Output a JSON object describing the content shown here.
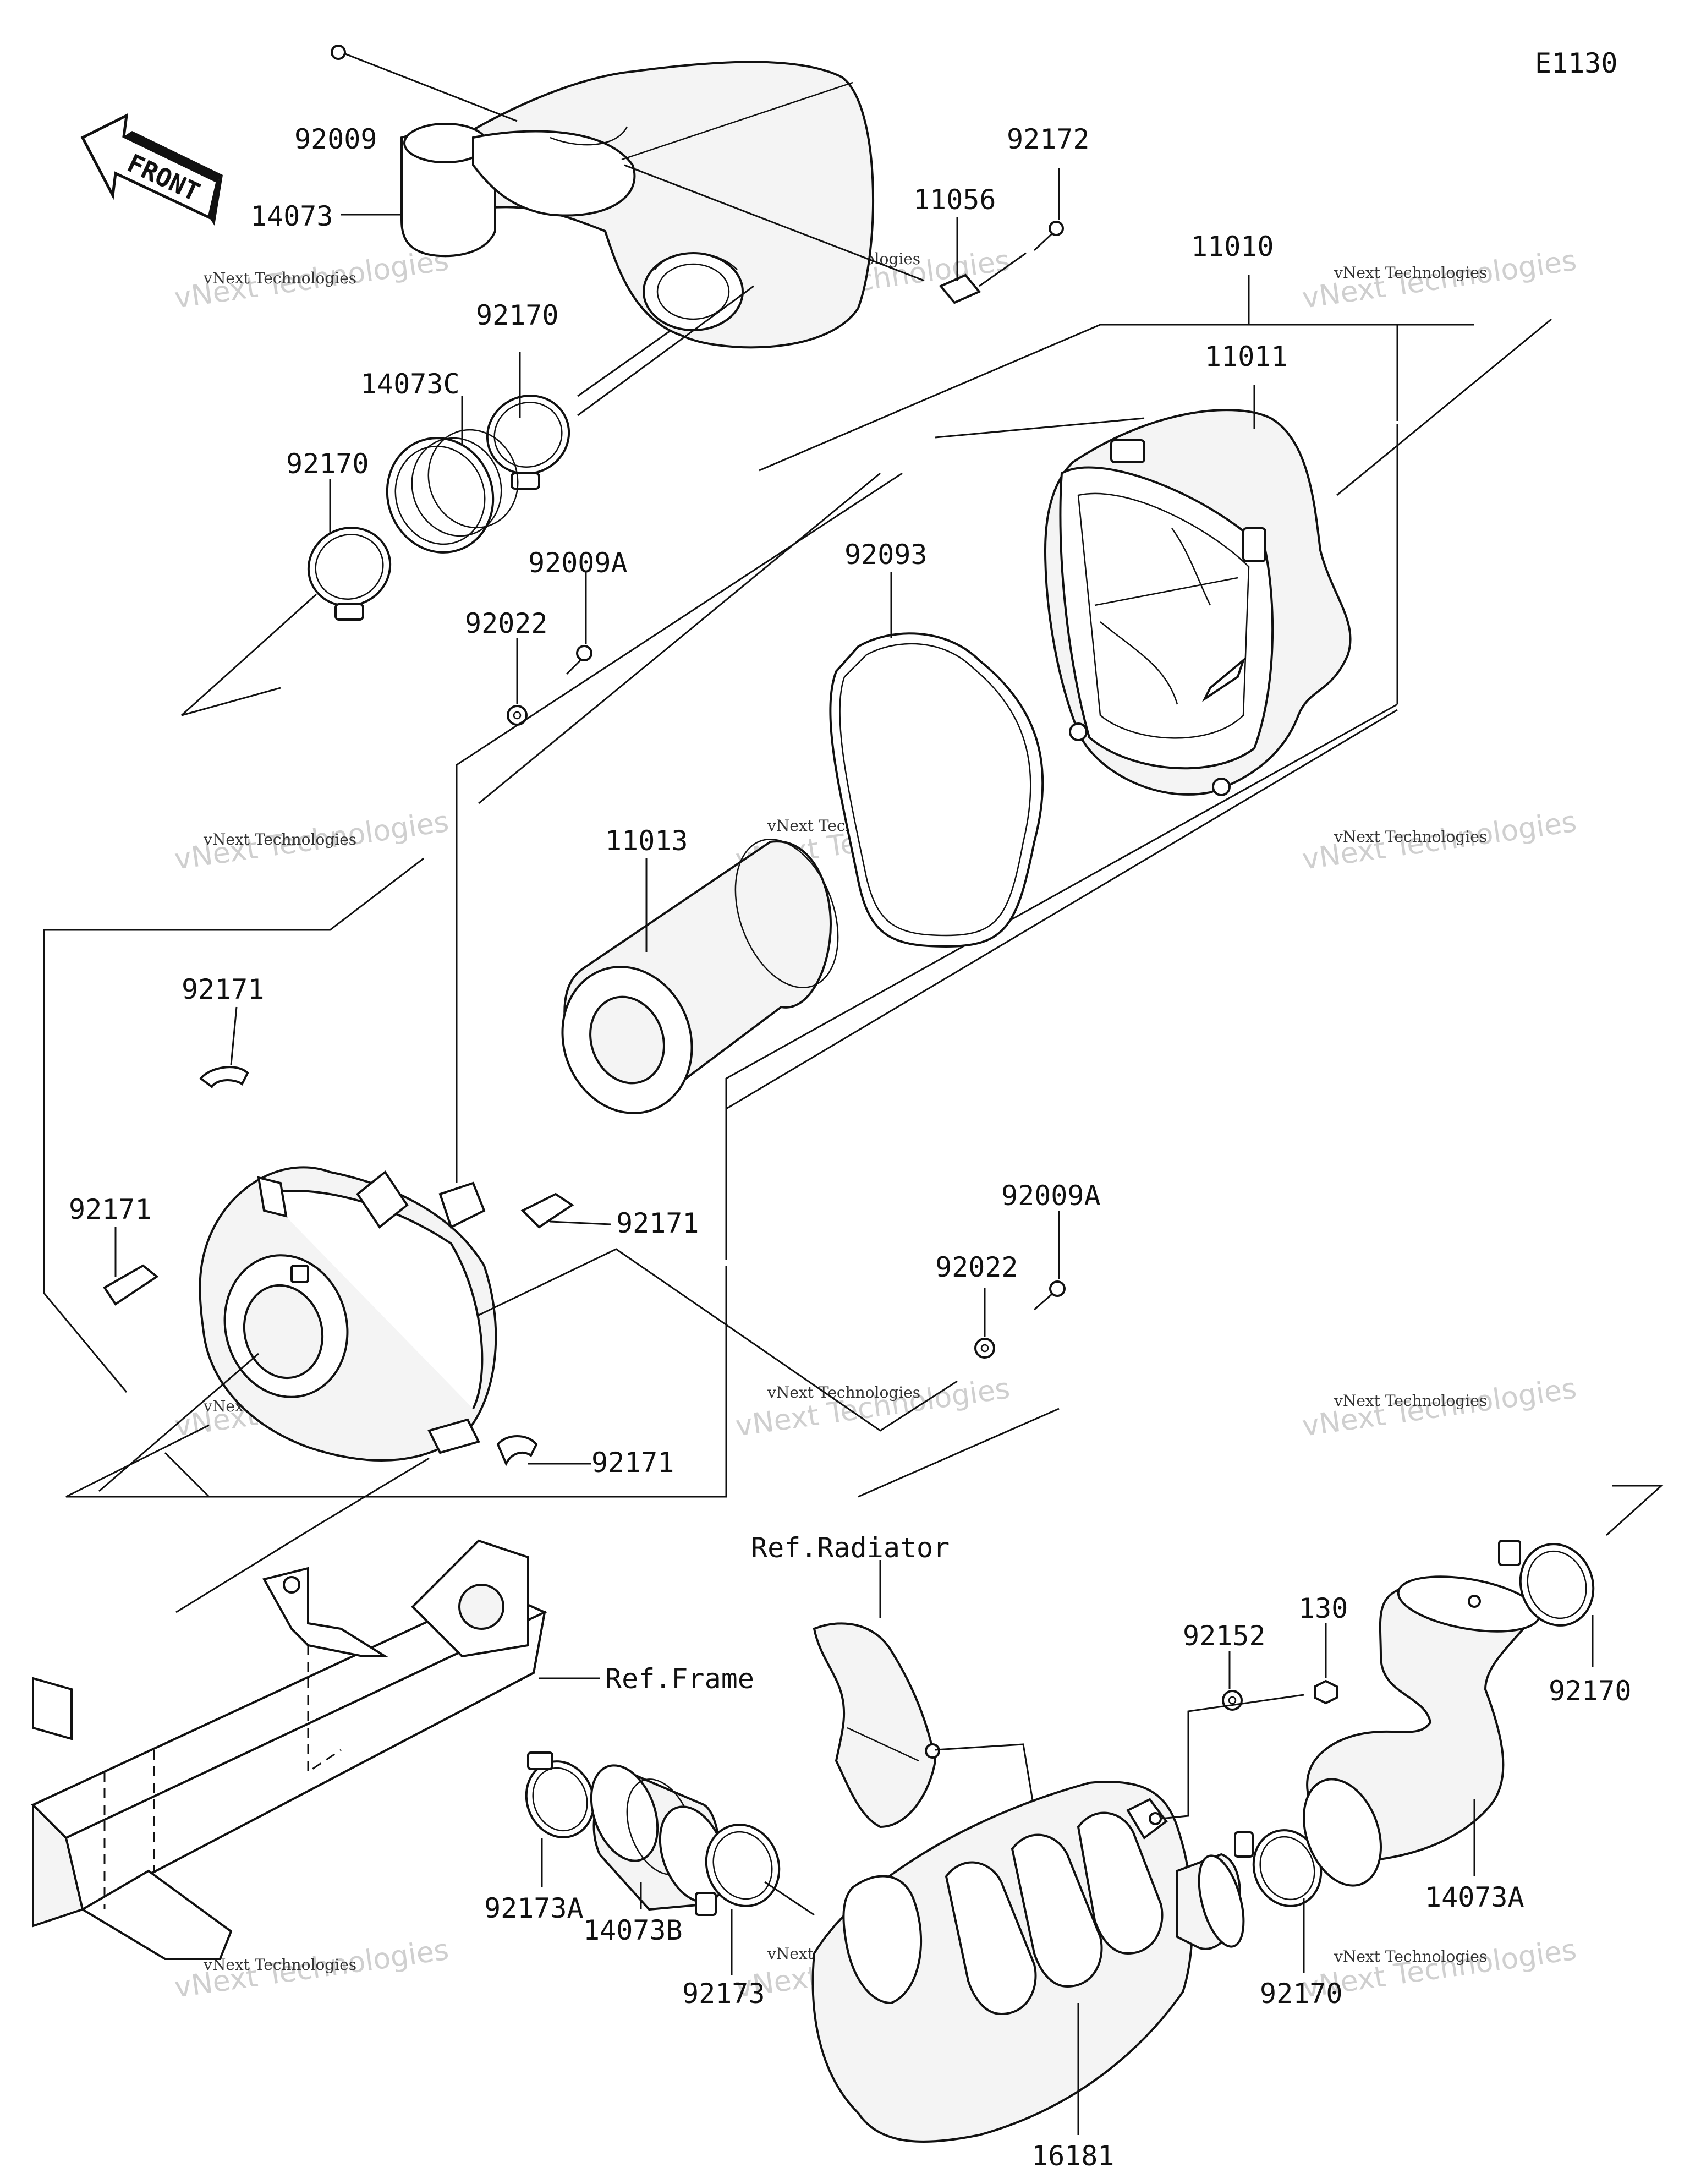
{
  "diagram_code": "E1130",
  "front_arrow_text": "FRONT",
  "watermark": {
    "line1": "vNext Technologies",
    "line2": "vNext Technologies"
  },
  "labels": {
    "p92009": "92009",
    "p14073": "14073",
    "p92170_a": "92170",
    "p14073C": "14073C",
    "p92170_b": "92170",
    "p92009A_a": "92009A",
    "p92022_a": "92022",
    "p11056": "11056",
    "p92172": "92172",
    "p11010": "11010",
    "p11011": "11011",
    "p92093": "92093",
    "p11013": "11013",
    "p92171_a": "92171",
    "p92171_b": "92171",
    "p92171_c": "92171",
    "p92171_d": "92171",
    "p92009A_b": "92009A",
    "p92022_b": "92022",
    "ref_radiator": "Ref.Radiator",
    "ref_frame": "Ref.Frame",
    "p92152": "92152",
    "p130": "130",
    "p92170_c": "92170",
    "p14073A": "14073A",
    "p92170_d": "92170",
    "p92173A": "92173A",
    "p14073B": "14073B",
    "p92173": "92173",
    "p16181": "16181"
  }
}
